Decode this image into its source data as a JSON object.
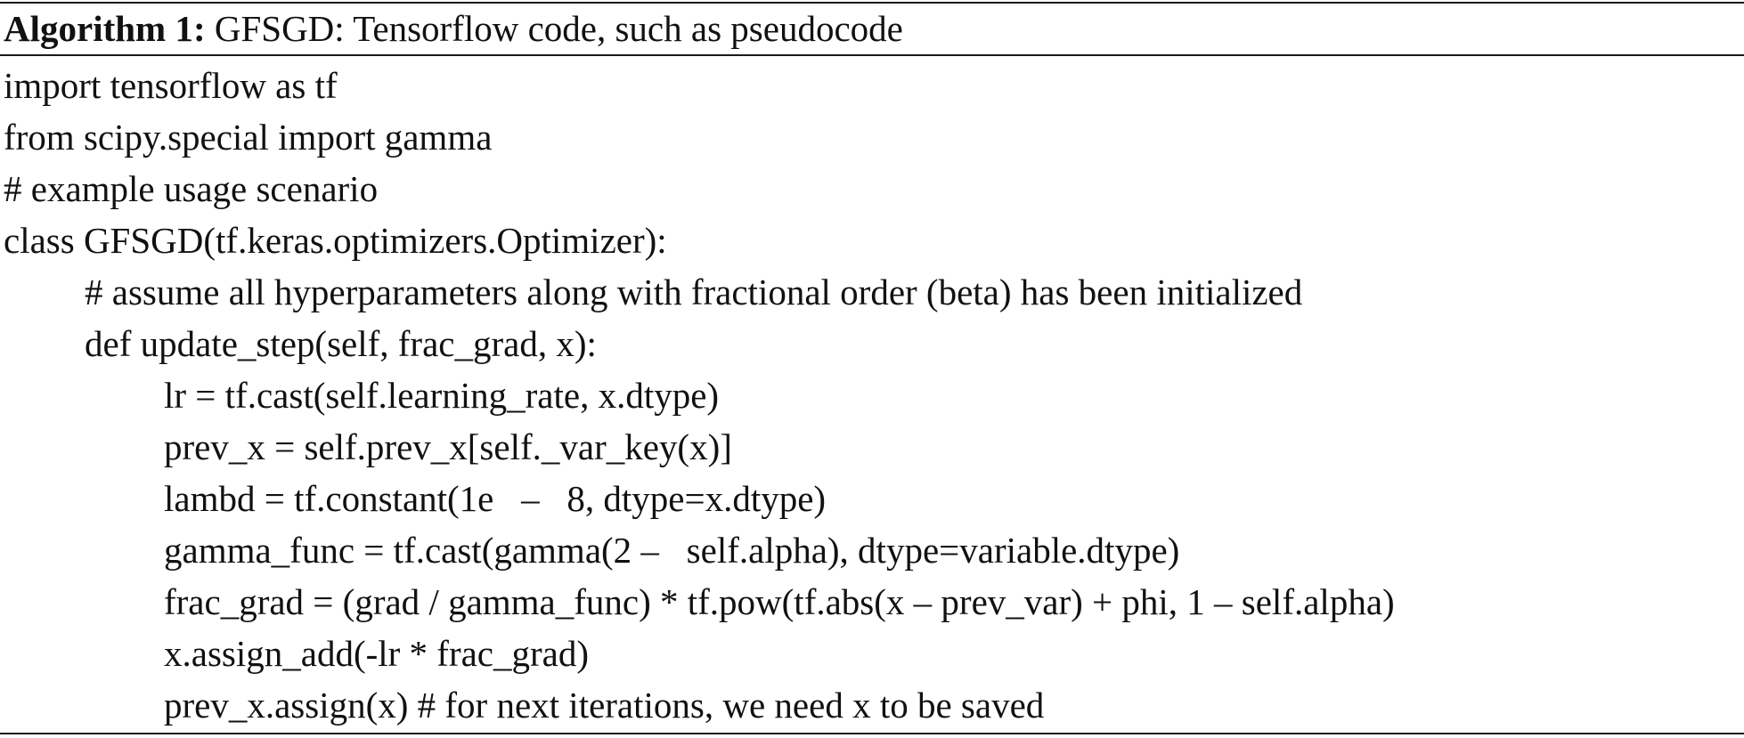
{
  "algorithm": {
    "label": "Algorithm 1:",
    "title": " GFSGD: Tensorflow code, such as pseudocode"
  },
  "code_lines": [
    "import tensorflow as tf",
    "from scipy.special import gamma",
    "# example usage scenario",
    "class GFSGD(tf.keras.optimizers.Optimizer):",
    "# assume all hyperparameters along with fractional order (beta) has been initialized",
    "def update_step(self, frac_grad, x):",
    "lr = tf.cast(self.learning_rate, x.dtype)",
    "prev_x = self.prev_x[self._var_key(x)]",
    "lambd = tf.constant(1e   –   8, dtype=x.dtype)",
    "gamma_func = tf.cast(gamma(2 –   self.alpha), dtype=variable.dtype)",
    "frac_grad = (grad / gamma_func) * tf.pow(tf.abs(x – prev_var) + phi, 1 – self.alpha)",
    "x.assign_add(-lr * frac_grad)",
    "prev_x.assign(x) # for next iterations, we need x to be saved"
  ]
}
